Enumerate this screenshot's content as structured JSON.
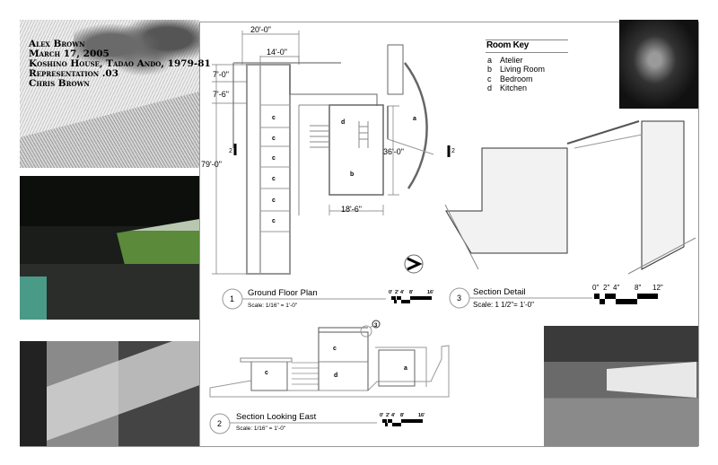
{
  "title_block": {
    "author": "Alex Brown",
    "date": "March 17, 2005",
    "project": "Koshino House, Tadao Ando, 1979-81",
    "representation": "Representation .03",
    "instructor": "Chris Brown"
  },
  "room_key": {
    "heading": "Room Key",
    "items": [
      {
        "letter": "a",
        "name": "Atelier"
      },
      {
        "letter": "b",
        "name": "Living Room"
      },
      {
        "letter": "c",
        "name": "Bedroom"
      },
      {
        "letter": "d",
        "name": "Kitchen"
      }
    ]
  },
  "floor_plan": {
    "number": "1",
    "title": "Ground Floor Plan",
    "scale": "Scale: 1/16\" = 1'-0\"",
    "dimensions": {
      "overall_width": "20'-0\"",
      "inner_width": "14'-0\"",
      "d1": "7'-0\"",
      "d2": "7'-6\"",
      "length": "79'-0\"",
      "atelier": "36'-0\"",
      "living": "18'-6\""
    },
    "room_labels": {
      "a": "a",
      "b": "b",
      "c": "c",
      "d": "d"
    },
    "section_marker": "2",
    "scale_bar": [
      "0'",
      "2'",
      "4'",
      "8'",
      "16'"
    ]
  },
  "section_east": {
    "number": "2",
    "title": "Section Looking East",
    "scale": "Scale: 1/16\" = 1'-0\"",
    "callout": "3",
    "scale_bar": [
      "0'",
      "2'",
      "4'",
      "8'",
      "16'"
    ]
  },
  "section_detail": {
    "number": "3",
    "title": "Section Detail",
    "scale": "Scale: 1 1/2\"= 1'-0\"",
    "scale_bar": [
      "0\"",
      "2\"",
      "4\"",
      "8\"",
      "12\""
    ]
  }
}
